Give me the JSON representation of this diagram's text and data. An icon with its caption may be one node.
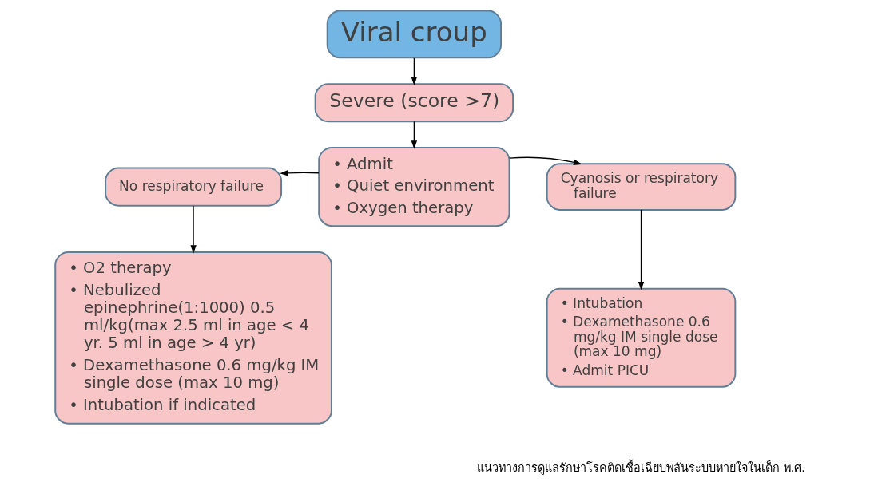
{
  "diagram": {
    "nodes": [
      {
        "text": [
          "Viral croup"
        ]
      },
      {
        "text": [
          "Severe (score >7)"
        ]
      },
      {
        "text": [
          "• Admit",
          "• Quiet environment",
          "• Oxygen therapy"
        ]
      },
      {
        "text": [
          "No respiratory failure"
        ]
      },
      {
        "text": [
          "• O2 therapy",
          "• Nebulized epinephrine(1:1000) 0.5 ml/kg(max 2.5 ml in age < 4 yr. 5 ml in age > 4 yr)",
          "• Dexamethasone 0.6 mg/kg IM single dose (max 10 mg)",
          "• Intubation if indicated"
        ]
      },
      {
        "text": [
          "Cyanosis or respiratory failure"
        ]
      },
      {
        "text": [
          "• Intubation",
          "• Dexamethasone 0.6 mg/kg IM single dose (max 10 mg)",
          "• Admit PICU"
        ]
      }
    ],
    "edges": [
      {
        "from": 0,
        "to": 1,
        "arrow": "to"
      },
      {
        "from": 1,
        "to": 2,
        "arrow": "to"
      },
      {
        "from": 2,
        "to": 3,
        "arrow": "to"
      },
      {
        "from": 2,
        "to": 5,
        "arrow": "to"
      },
      {
        "from": 3,
        "to": 4,
        "arrow": "to"
      },
      {
        "from": 5,
        "to": 6,
        "arrow": "to"
      }
    ],
    "labels": [
      "แนวทางการดูแลรักษาโรคติดเชื้อเฉียบพลันระบบหายใจในเด็ก พ.ศ."
    ]
  }
}
